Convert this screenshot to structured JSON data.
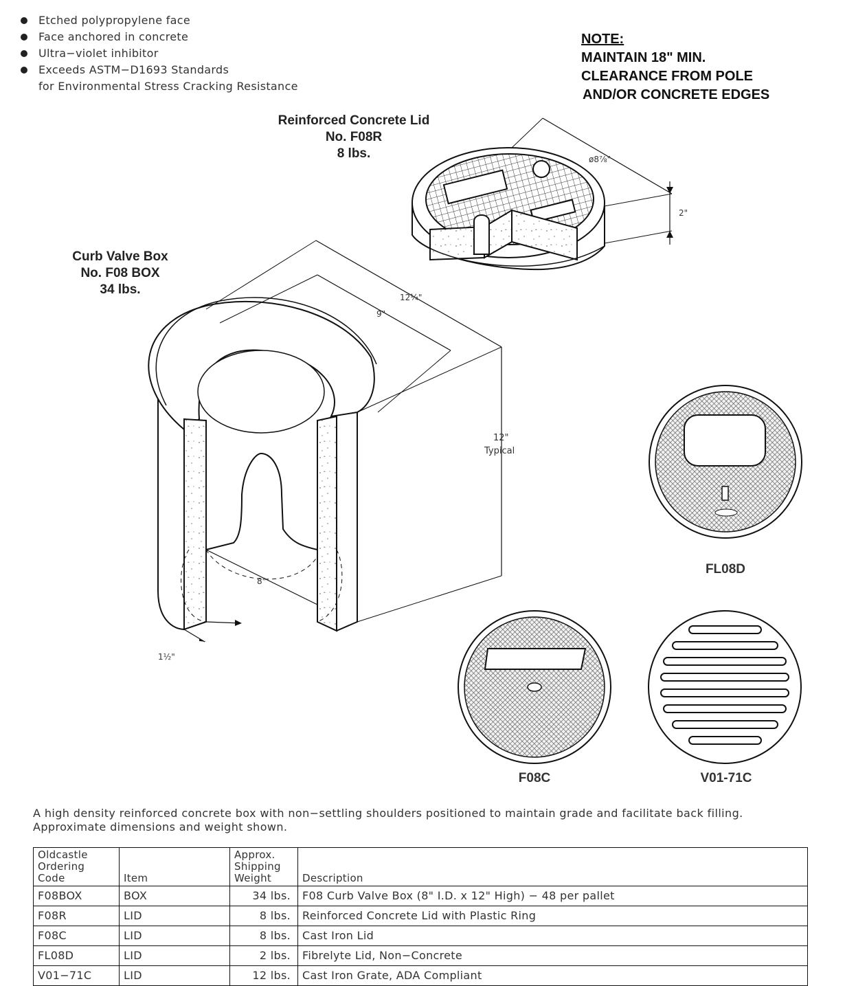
{
  "features": [
    "Etched polypropylene face",
    "Face anchored in concrete",
    "Ultra−violet inhibitor",
    "Exceeds ASTM−D1693 Standards",
    "for Environmental Stress Cracking Resistance"
  ],
  "note": {
    "heading": "NOTE:",
    "lines": [
      "MAINTAIN 18\" MIN.",
      "CLEARANCE FROM POLE",
      "AND/OR CONCRETE EDGES"
    ]
  },
  "lid_label": [
    "Reinforced Concrete Lid",
    "No. F08R",
    "8 lbs."
  ],
  "box_label": [
    "Curb Valve Box",
    "No. F08 BOX",
    "34 lbs."
  ],
  "dimensions": {
    "lid_diameter": "ø8⅞\"",
    "lid_height": "2\"",
    "box_outer": "12¼\"",
    "box_inner": "9\"",
    "box_height": "12\"",
    "box_height_note": "Typical",
    "box_opening": "8\"",
    "box_wall": "1½\""
  },
  "lid_captions": {
    "fl08d": "FL08D",
    "f08c": "F08C",
    "v01": "V01-71C"
  },
  "intro": "A high density reinforced concrete box with non−settling shoulders positioned to maintain grade and facilitate back filling. Approximate dimensions and weight shown.",
  "table": {
    "headers": {
      "code": [
        "Oldcastle",
        "Ordering",
        "Code"
      ],
      "item": "Item",
      "weight": [
        "Approx.",
        "Shipping",
        "Weight"
      ],
      "description": "Description"
    },
    "rows": [
      {
        "code": "F08BOX",
        "item": "BOX",
        "weight": "34 lbs.",
        "description": "F08 Curb Valve Box (8\" I.D. x 12\" High) − 48 per pallet"
      },
      {
        "code": "F08R",
        "item": "LID",
        "weight": "8 lbs.",
        "description": "Reinforced Concrete Lid with Plastic Ring"
      },
      {
        "code": "F08C",
        "item": "LID",
        "weight": "8 lbs.",
        "description": "Cast Iron Lid"
      },
      {
        "code": "FL08D",
        "item": "LID",
        "weight": "2 lbs.",
        "description": "Fibrelyte Lid, Non−Concrete"
      },
      {
        "code": "V01−71C",
        "item": "LID",
        "weight": "12 lbs.",
        "description": "Cast Iron Grate, ADA Compliant"
      }
    ]
  }
}
